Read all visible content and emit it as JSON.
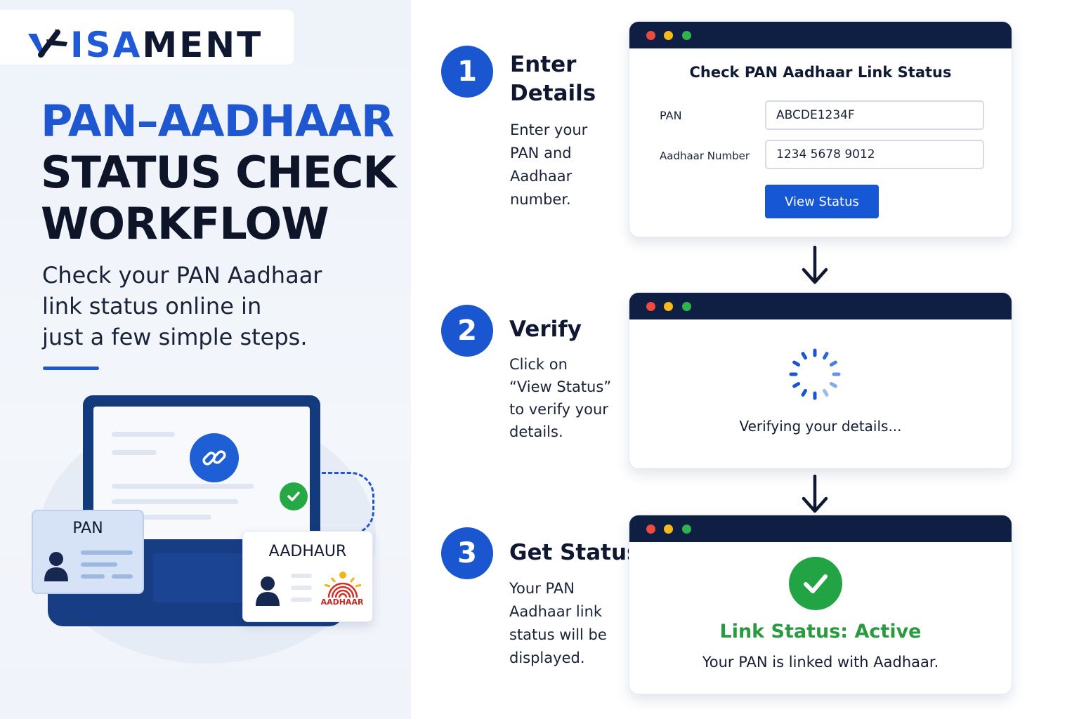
{
  "brand": {
    "logo_text_a": "ISA",
    "logo_text_b": "MENT",
    "accent_color": "#1f57d1",
    "dark_color": "#0f1830"
  },
  "hero": {
    "title_line1": "PAN–AADHAAR",
    "title_line2": "STATUS CHECK",
    "title_line3": "WORKFLOW",
    "subtitle_line1": "Check your PAN Aadhaar",
    "subtitle_line2": "link status online in",
    "subtitle_line3": "just a few simple steps."
  },
  "illustration": {
    "pan_card_label": "PAN",
    "aadhaar_card_label": "AADHAUR",
    "aadhaar_logo_label": "AADHAAR",
    "icons": [
      "link-icon",
      "check-icon",
      "person-icon",
      "fingerprint-icon"
    ]
  },
  "steps": [
    {
      "number": "1",
      "title_line1": "Enter",
      "title_line2": "Details",
      "desc_line1": "Enter your",
      "desc_line2": "PAN and",
      "desc_line3": "Aadhaar",
      "desc_line4": "number."
    },
    {
      "number": "2",
      "title": "Verify",
      "desc_line1": "Click on",
      "desc_line2": "“View Status”",
      "desc_line3": "to verify your",
      "desc_line4": "details."
    },
    {
      "number": "3",
      "title": "Get Status",
      "desc_line1": "Your PAN",
      "desc_line2": "Aadhaar link",
      "desc_line3": "status will be",
      "desc_line4": "displayed."
    }
  ],
  "form_window": {
    "title": "Check PAN Aadhaar Link Status",
    "pan_label": "PAN",
    "pan_value": "ABCDE1234F",
    "aadhaar_label": "Aadhaar Number",
    "aadhaar_value": "1234 5678 9012",
    "button_label": "View Status"
  },
  "verify_window": {
    "message": "Verifying your details..."
  },
  "result_window": {
    "status": "Link Status: Active",
    "status_color": "#2a9a40",
    "message": "Your PAN is linked with Aadhaar."
  }
}
